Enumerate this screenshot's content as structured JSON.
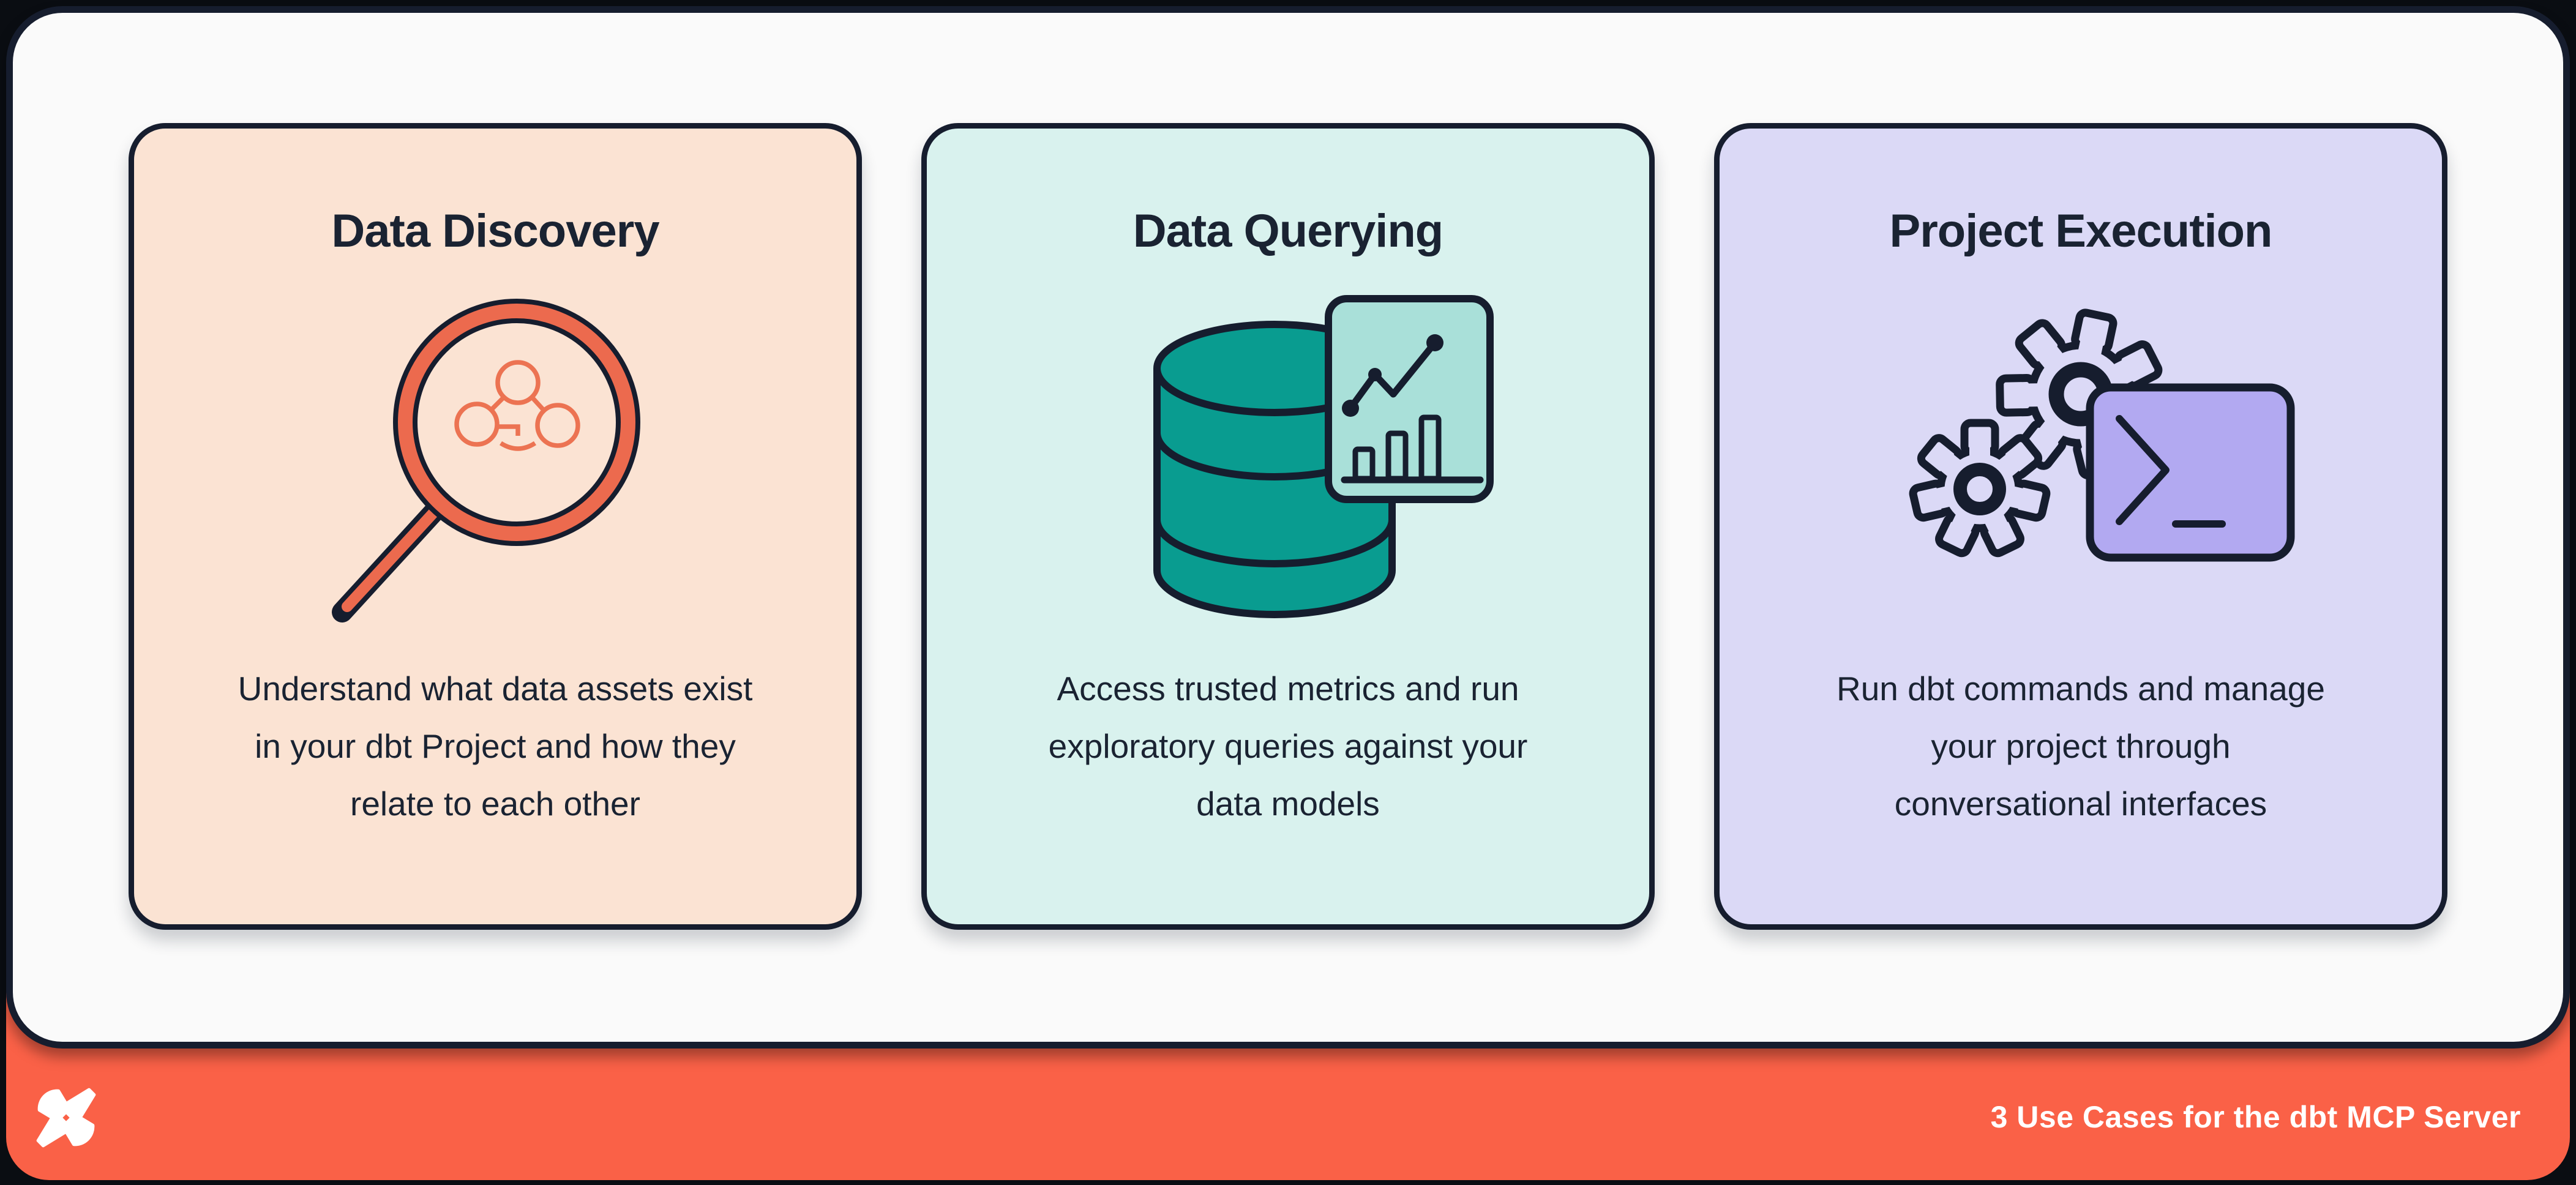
{
  "poster": {
    "theme": "dbt MCP Server use cases infographic",
    "colors": {
      "outer_background": "#0A0D12",
      "panel_background": "#FAFAFA",
      "outline_dark": "#161D2E",
      "text_dark": "#1A2332",
      "banner_orange": "#FA6147",
      "coral_ring": "#EC6A4E",
      "coral_graph": "#EC7352",
      "teal_database": "#099C90",
      "mint_chart_card": "#A9E0D9",
      "purple_terminal": "#B2A9F1",
      "card_peach": "#FBE3D3",
      "card_mint": "#D9F2EE",
      "card_lavender": "#DBD9F6",
      "logo_white": "#FFFFFF"
    }
  },
  "cards": [
    {
      "title": "Data Discovery",
      "icon": "magnifier-lineage-icon",
      "background": "#FBE3D3",
      "description": "Understand what data assets exist in your dbt Project and how they relate to each other",
      "lines": [
        "Understand what data assets exist",
        "in your dbt Project and how they",
        "relate to each other"
      ]
    },
    {
      "title": "Data Querying",
      "icon": "database-chart-icon",
      "background": "#D9F2EE",
      "description": "Access trusted metrics and run exploratory queries against your data models",
      "lines": [
        "Access trusted metrics and run",
        "exploratory queries against your",
        "data models"
      ]
    },
    {
      "title": "Project Execution",
      "icon": "gears-terminal-icon",
      "background": "#DBD9F6",
      "description": "Run dbt commands and manage your project through conversational interfaces",
      "lines": [
        "Run dbt commands and manage",
        "your project through",
        "conversational interfaces"
      ]
    }
  ],
  "footer": {
    "logo": "dbt-logo",
    "caption": "3 Use Cases for the dbt MCP Server"
  }
}
